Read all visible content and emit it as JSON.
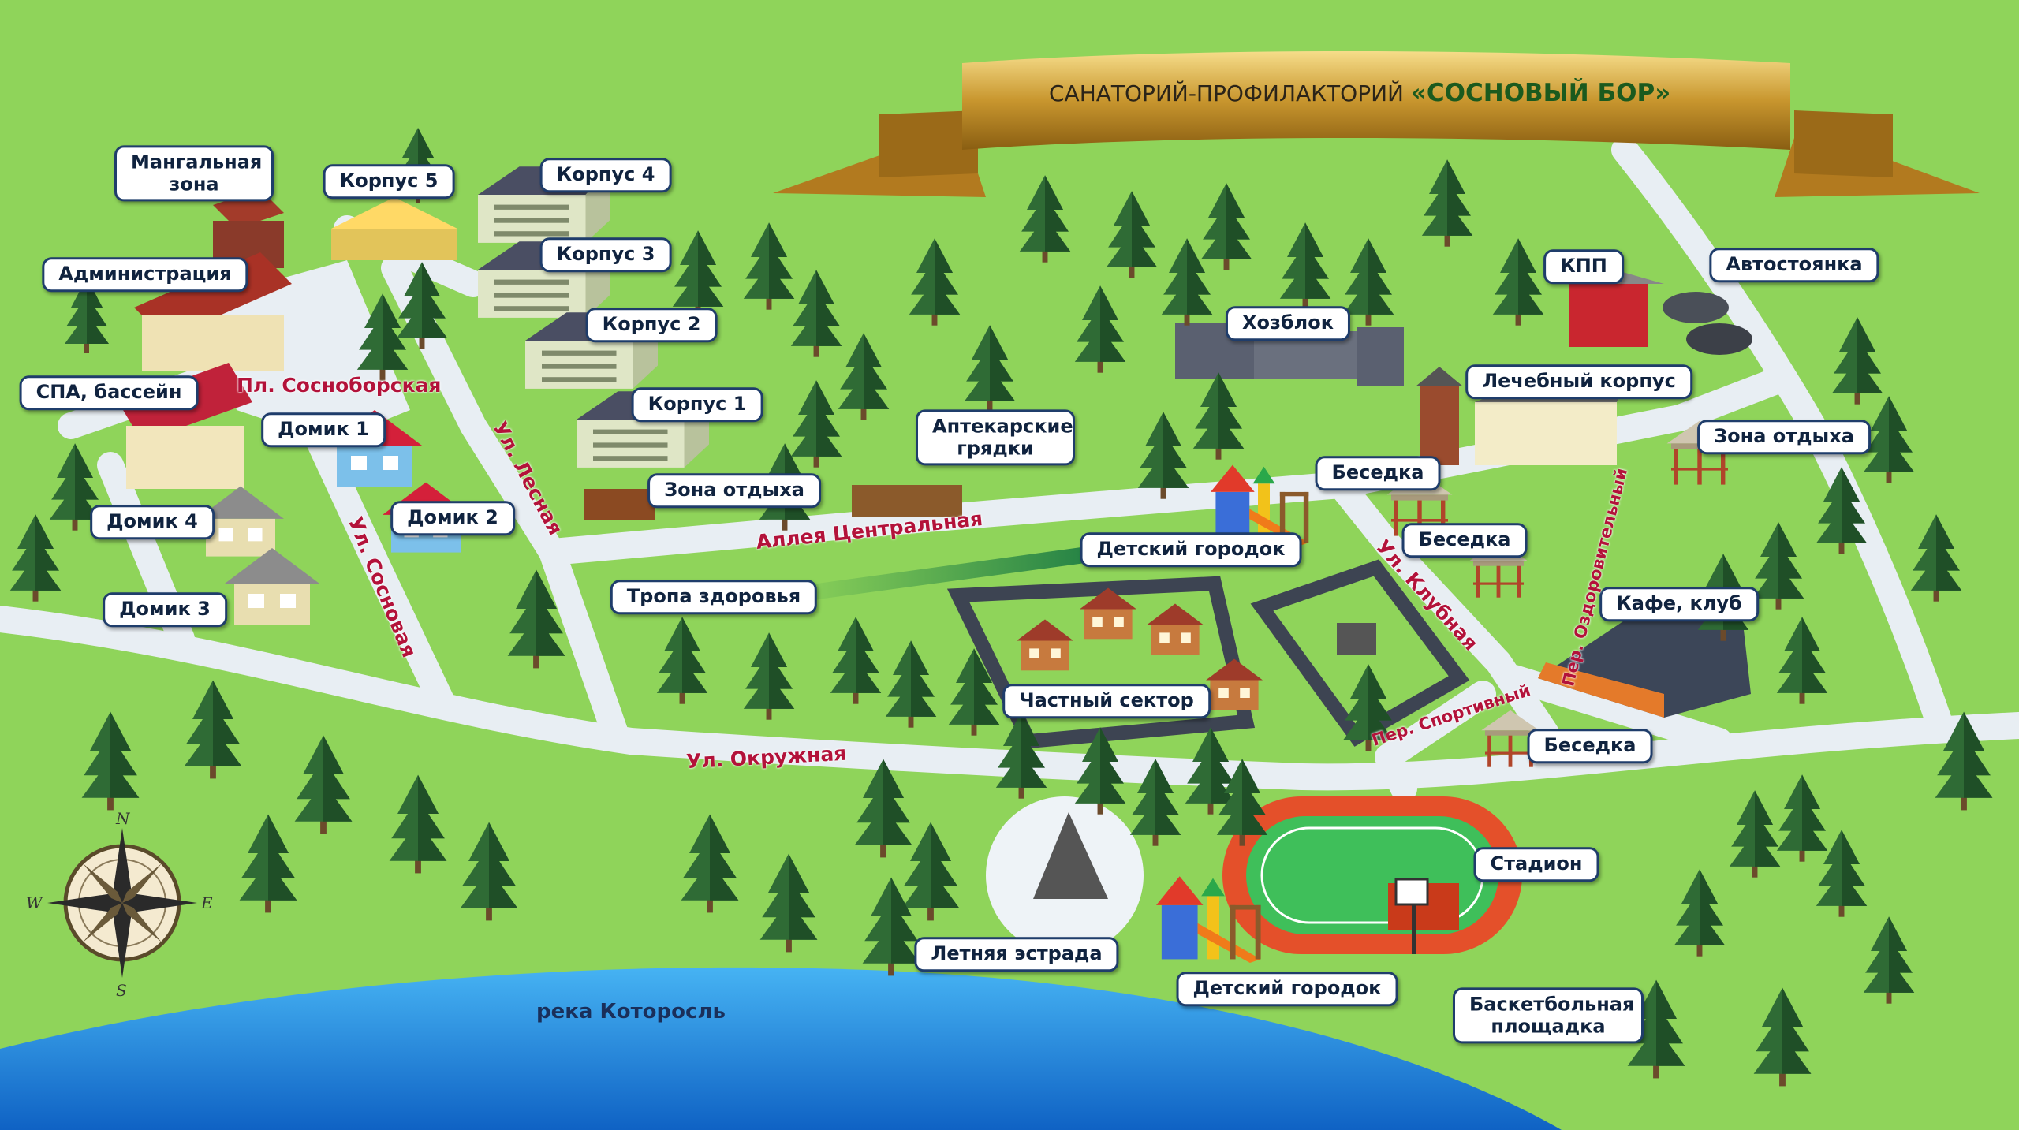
{
  "title": {
    "prefix": "САНАТОРИЙ-ПРОФИЛАКТОРИЙ",
    "name": "«СОСНОВЫЙ БОР»"
  },
  "places": [
    {
      "id": "mangal",
      "label": "Мангальная зона"
    },
    {
      "id": "korpus5",
      "label": "Корпус 5"
    },
    {
      "id": "korpus4",
      "label": "Корпус 4"
    },
    {
      "id": "korpus3",
      "label": "Корпус 3"
    },
    {
      "id": "korpus2",
      "label": "Корпус 2"
    },
    {
      "id": "korpus1",
      "label": "Корпус 1"
    },
    {
      "id": "admin",
      "label": "Администрация"
    },
    {
      "id": "spa",
      "label": "СПА, бассейн"
    },
    {
      "id": "domik1",
      "label": "Домик 1"
    },
    {
      "id": "domik2",
      "label": "Домик 2"
    },
    {
      "id": "domik3",
      "label": "Домик 3"
    },
    {
      "id": "domik4",
      "label": "Домик 4"
    },
    {
      "id": "zona1",
      "label": "Зона отдыха"
    },
    {
      "id": "apteka",
      "label": "Аптекарские грядки"
    },
    {
      "id": "tropa",
      "label": "Тропа здоровья"
    },
    {
      "id": "detsky1",
      "label": "Детский городок"
    },
    {
      "id": "hozblok",
      "label": "Хозблок"
    },
    {
      "id": "kpp",
      "label": "КПП"
    },
    {
      "id": "avto",
      "label": "Автостоянка"
    },
    {
      "id": "lechebny",
      "label": "Лечебный корпус"
    },
    {
      "id": "zona2",
      "label": "Зона отдыха"
    },
    {
      "id": "besedka1",
      "label": "Беседка"
    },
    {
      "id": "besedka2",
      "label": "Беседка"
    },
    {
      "id": "besedka3",
      "label": "Беседка"
    },
    {
      "id": "kafe",
      "label": "Кафе, клуб"
    },
    {
      "id": "chastny",
      "label": "Частный сектор"
    },
    {
      "id": "stadion",
      "label": "Стадион"
    },
    {
      "id": "estrada",
      "label": "Летняя эстрада"
    },
    {
      "id": "detsky2",
      "label": "Детский городок"
    },
    {
      "id": "basket",
      "label": "Баскетбольная площадка"
    }
  ],
  "streets": [
    {
      "id": "pl",
      "label": "Пл. Сосноборская"
    },
    {
      "id": "lesnaya",
      "label": "Ул. Лесная"
    },
    {
      "id": "sosnovaya",
      "label": "Ул. Сосновая"
    },
    {
      "id": "alleya",
      "label": "Аллея Центральная"
    },
    {
      "id": "klubnaya",
      "label": "Ул. Клубная"
    },
    {
      "id": "ozdorov",
      "label": "Пер. Оздоровительный"
    },
    {
      "id": "sport",
      "label": "Пер. Спортивный"
    },
    {
      "id": "okruzh",
      "label": "Ул. Окружная"
    }
  ],
  "river": "река Которосль",
  "compass": {
    "n": "N",
    "s": "S",
    "e": "E",
    "w": "W"
  },
  "colors": {
    "grass": "#8fd45a",
    "road": "#e8eef3",
    "water": "#1f8fe0",
    "label_border": "#1f3d6b",
    "street_text": "#b3123a",
    "track": "#e4502a",
    "field": "#3fbf5a"
  }
}
